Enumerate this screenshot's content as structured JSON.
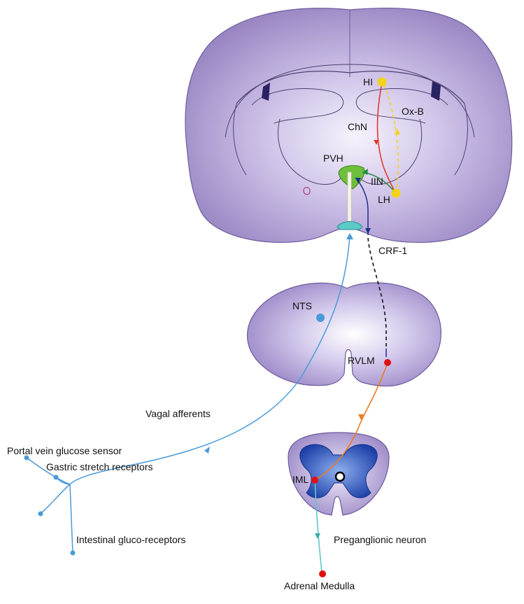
{
  "labels": {
    "hi": "HI",
    "ox_b": "Ox-B",
    "chn": "ChN",
    "pvh": "PVH",
    "iin": "IIN",
    "lh": "LH",
    "crf1": "CRF-1",
    "nts": "NTS",
    "rvlm": "RVLM",
    "vagal": "Vagal afferents",
    "portal": "Portal vein glucose sensor",
    "gastric": "Gastric stretch receptors",
    "intestinal": "Intestinal gluco-receptors",
    "iml": "IML",
    "preganglionic": "Preganglionic neuron",
    "adrenal": "Adrenal Medulla"
  },
  "colors": {
    "brain_tissue": "#9d8ac7",
    "brain_highlight": "#f4f0fb",
    "vagal_blue": "#4a9ad8",
    "red_pathway": "#e23a2a",
    "orexin_yellow": "#f3d21a",
    "crf_navy": "#1a2f8a",
    "sympathetic_orange": "#ee7a1e",
    "preganglionic_teal": "#5cc8c8",
    "gray_matter_blue": "#1f46b8",
    "pvh_green": "#6dbf3c",
    "node_red": "#e01010"
  }
}
